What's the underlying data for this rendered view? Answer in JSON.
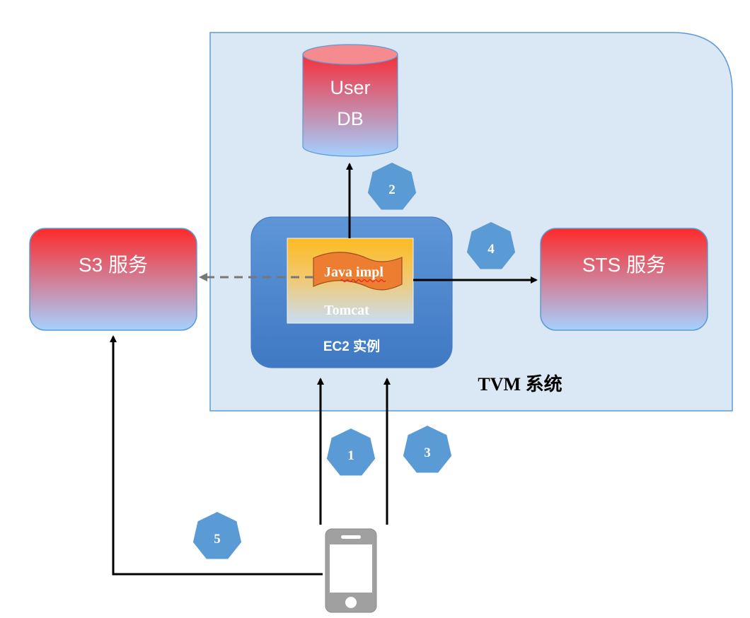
{
  "diagram": {
    "system_label": "TVM 系统",
    "user_db": {
      "line1": "User",
      "line2": "DB"
    },
    "s3": {
      "label": "S3 服务"
    },
    "sts": {
      "label": "STS 服务"
    },
    "ec2": {
      "label": "EC2 实例"
    },
    "tomcat": {
      "label": "Tomcat"
    },
    "java_impl": {
      "label": "Java impl"
    },
    "steps": [
      "1",
      "2",
      "3",
      "4",
      "5"
    ]
  },
  "colors": {
    "system_bg": "#dae7f5",
    "system_border": "#5b9bd5",
    "service_top": "#fd2a2a",
    "service_bottom": "#a6d1ff",
    "ec2_fill": "#4a86cf",
    "tomcat_top": "#fdbd2a",
    "tomcat_bottom": "#c5ddf5",
    "java_fill": "#ed7d31",
    "badge": "#5b9bd5",
    "phone": "#9a9a9a"
  }
}
